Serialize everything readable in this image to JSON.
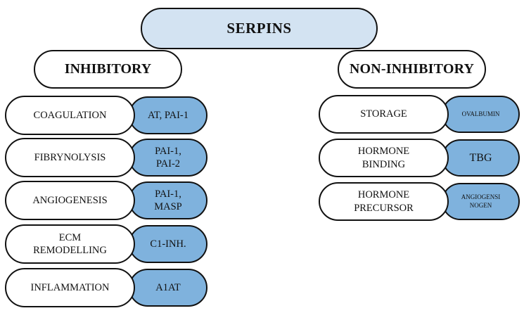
{
  "root": {
    "label": "SERPINS"
  },
  "groups": [
    {
      "heading": "INHIBITORY",
      "rows": [
        {
          "label": "COAGULATION",
          "value": "AT, PAI-1"
        },
        {
          "label": "FIBRYNOLYSIS",
          "value": "PAI-1,\nPAI-2"
        },
        {
          "label": "ANGIOGENESIS",
          "value": "PAI-1,\nMASP"
        },
        {
          "label": "ECM\nREMODELLING",
          "value": "C1-INH."
        },
        {
          "label": "INFLAMMATION",
          "value": "A1AT"
        }
      ]
    },
    {
      "heading": "NON-INHIBITORY",
      "rows": [
        {
          "label": "STORAGE",
          "value": "OVALBUMIN"
        },
        {
          "label": "HORMONE\nBINDING",
          "value": "TBG"
        },
        {
          "label": "HORMONE\nPRECURSOR",
          "value": "ANGIOGENSI\nNOGEN"
        }
      ]
    }
  ]
}
